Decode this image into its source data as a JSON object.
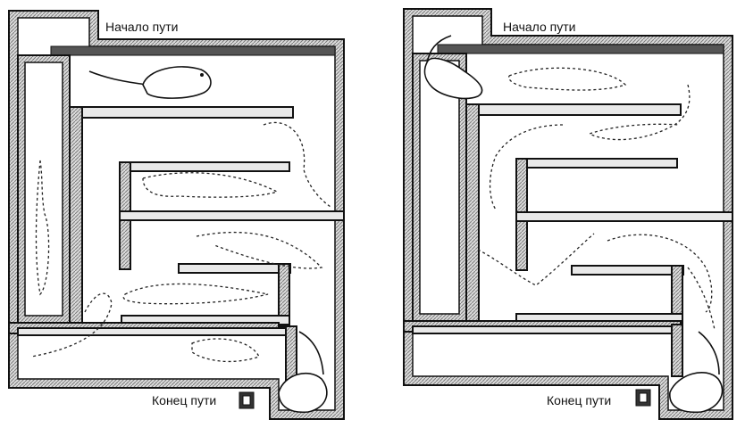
{
  "panels": [
    {
      "start_label": "Начало пути",
      "end_label": "Конец пути"
    },
    {
      "start_label": "Начало пути",
      "end_label": "Конец пути"
    }
  ],
  "colors": {
    "wall_outline": "#111111",
    "wall_fill": "#e9e9e9",
    "trail": "#222222"
  },
  "icons": {
    "start": "rat-icon",
    "end": "food-box-icon"
  }
}
